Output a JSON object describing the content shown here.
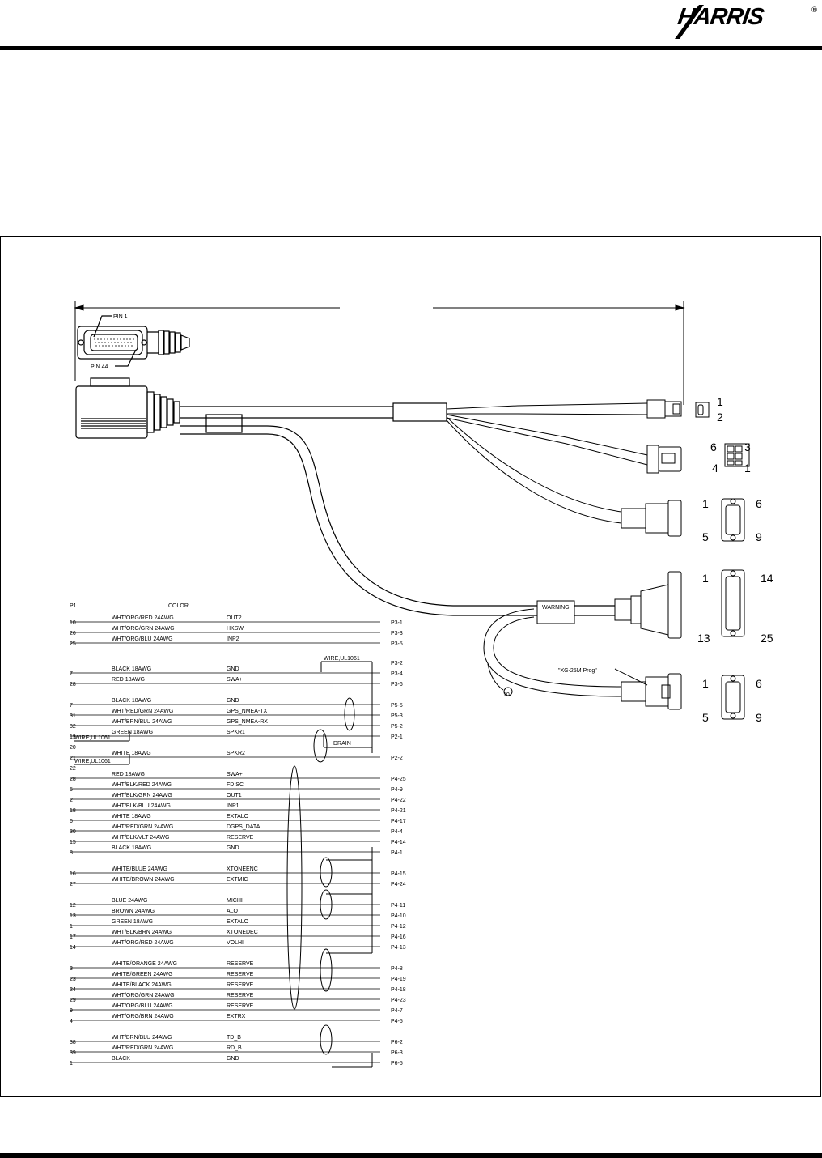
{
  "header": {
    "brand": "HARRIS",
    "reg": "®"
  },
  "connectors": {
    "p1_pin1": "PIN 1",
    "p1_pin44": "PIN 44",
    "p2_pins": [
      "1",
      "2"
    ],
    "p5_pins": [
      "6",
      "3",
      "4",
      "1"
    ],
    "p6_pins": [
      "1",
      "6",
      "5",
      "9"
    ],
    "p4_pins": [
      "1",
      "14",
      "13",
      "25"
    ],
    "prog_pins": [
      "1",
      "6",
      "5",
      "9"
    ],
    "prog_label": "\"XG-25M Prog\"",
    "warning_label": "WARNING!",
    "ring_label": "10"
  },
  "schematic": {
    "p1_header": "P1",
    "color_header": "COLOR",
    "wire_ul1061": "WIRE,UL1061",
    "drain": "DRAIN",
    "rows": [
      {
        "pin": "10",
        "color": "WHT/ORG/RED 24AWG",
        "signal": "OUT2",
        "dest": "P3-1"
      },
      {
        "pin": "26",
        "color": "WHT/ORG/GRN 24AWG",
        "signal": "HKSW",
        "dest": "P3-3"
      },
      {
        "pin": "25",
        "color": "WHT/ORG/BLU 24AWG",
        "signal": "INP2",
        "dest": "P3-5"
      },
      {
        "pin": "",
        "color": "",
        "signal": "",
        "dest": "P3-2"
      },
      {
        "pin": "7",
        "color": "BLACK 18AWG",
        "signal": "GND",
        "dest": "P3-4"
      },
      {
        "pin": "28",
        "color": "RED 18AWG",
        "signal": "SWA+",
        "dest": "P3-6"
      },
      {
        "pin": "7",
        "color": "BLACK 18AWG",
        "signal": "GND",
        "dest": "P5-5"
      },
      {
        "pin": "31",
        "color": "WHT/RED/GRN 24AWG",
        "signal": "GPS_NMEA-TX",
        "dest": "P5-3"
      },
      {
        "pin": "32",
        "color": "WHT/BRN/BLU 24AWG",
        "signal": "GPS_NMEA-RX",
        "dest": "P5-2"
      },
      {
        "pin": "19",
        "color": "GREEN 18AWG",
        "signal": "SPKR1",
        "dest": "P2-1"
      },
      {
        "pin": "20",
        "color": "",
        "signal": "",
        "dest": ""
      },
      {
        "pin": "21",
        "color": "WHITE 18AWG",
        "signal": "SPKR2",
        "dest": "P2-2"
      },
      {
        "pin": "22",
        "color": "",
        "signal": "",
        "dest": ""
      },
      {
        "pin": "28",
        "color": "RED 18AWG",
        "signal": "SWA+",
        "dest": "P4-25"
      },
      {
        "pin": "5",
        "color": "WHT/BLK/RED 24AWG",
        "signal": "FDISC",
        "dest": "P4-9"
      },
      {
        "pin": "2",
        "color": "WHT/BLK/GRN 24AWG",
        "signal": "OUT1",
        "dest": "P4-22"
      },
      {
        "pin": "18",
        "color": "WHT/BLK/BLU 24AWG",
        "signal": "INP1",
        "dest": "P4-21"
      },
      {
        "pin": "6",
        "color": "WHITE 18AWG",
        "signal": "EXTALO",
        "dest": "P4-17"
      },
      {
        "pin": "30",
        "color": "WHT/RED/GRN 24AWG",
        "signal": "DGPS_DATA",
        "dest": "P4-4"
      },
      {
        "pin": "15",
        "color": "WHT/BLK/VLT 24AWG",
        "signal": "RESERVE",
        "dest": "P4-14"
      },
      {
        "pin": "8",
        "color": "BLACK 18AWG",
        "signal": "GND",
        "dest": "P4-1"
      },
      {
        "pin": "16",
        "color": "WHITE/BLUE 24AWG",
        "signal": "XTONEENC",
        "dest": "P4-15"
      },
      {
        "pin": "27",
        "color": "WHITE/BROWN 24AWG",
        "signal": "EXTMIC",
        "dest": "P4-24"
      },
      {
        "pin": "12",
        "color": "BLUE 24AWG",
        "signal": "MICHI",
        "dest": "P4-11"
      },
      {
        "pin": "13",
        "color": "BROWN 24AWG",
        "signal": "ALO",
        "dest": "P4-10"
      },
      {
        "pin": "1",
        "color": "GREEN 18AWG",
        "signal": "EXTALO",
        "dest": "P4-12"
      },
      {
        "pin": "17",
        "color": "WHT/BLK/BRN 24AWG",
        "signal": "XTONEDEC",
        "dest": "P4-16"
      },
      {
        "pin": "14",
        "color": "WHT/ORG/RED 24AWG",
        "signal": "VOLHI",
        "dest": "P4-13"
      },
      {
        "pin": "3",
        "color": "WHITE/ORANGE 24AWG",
        "signal": "RESERVE",
        "dest": "P4-8"
      },
      {
        "pin": "23",
        "color": "WHITE/GREEN 24AWG",
        "signal": "RESERVE",
        "dest": "P4-19"
      },
      {
        "pin": "24",
        "color": "WHITE/BLACK 24AWG",
        "signal": "RESERVE",
        "dest": "P4-18"
      },
      {
        "pin": "29",
        "color": "WHT/ORG/GRN 24AWG",
        "signal": "RESERVE",
        "dest": "P4-23"
      },
      {
        "pin": "9",
        "color": "WHT/ORG/BLU 24AWG",
        "signal": "RESERVE",
        "dest": "P4-7"
      },
      {
        "pin": "4",
        "color": "WHT/ORG/BRN 24AWG",
        "signal": "EXTRX",
        "dest": "P4-5"
      },
      {
        "pin": "38",
        "color": "WHT/BRN/BLU 24AWG",
        "signal": "TD_B",
        "dest": "P6-2"
      },
      {
        "pin": "39",
        "color": "WHT/RED/GRN 24AWG",
        "signal": "RD_B",
        "dest": "P6-3"
      },
      {
        "pin": "1",
        "color": "BLACK",
        "signal": "GND",
        "dest": "P6-5"
      }
    ]
  }
}
